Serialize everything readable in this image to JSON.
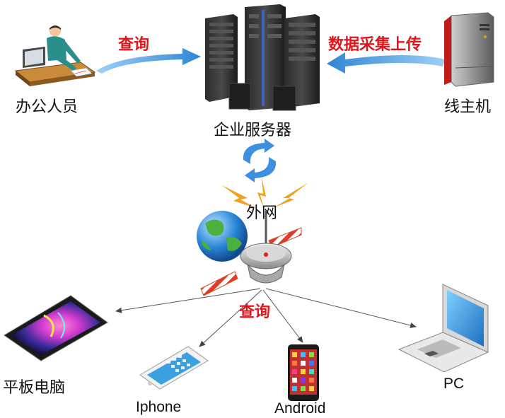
{
  "nodes": {
    "office_staff": "办公人员",
    "server": "企业服务器",
    "line_host": "线主机",
    "internet": "外网",
    "tablet": "平板电脑",
    "iphone": "Iphone",
    "android": "Android",
    "pc": "PC"
  },
  "edges": {
    "query_top": "查询",
    "upload": "数据采集上传",
    "query_bottom": "查询"
  },
  "colors": {
    "label_red": "#e0141b",
    "arrow_blue": "#3d8fe0"
  },
  "icons": [
    "office-worker-icon",
    "server-rack-icon",
    "host-machine-icon",
    "sync-arrows-icon",
    "globe-icon",
    "antenna-dish-icon",
    "tablet-icon",
    "iphone-icon",
    "android-phone-icon",
    "laptop-icon"
  ]
}
